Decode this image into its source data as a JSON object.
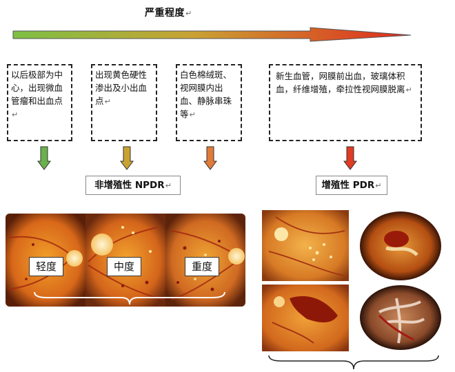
{
  "header": {
    "title": "严重程度",
    "para_mark": "↵"
  },
  "stages": [
    {
      "text": "以后极部为中心，出现微血管瘤和出血点",
      "mark": "↵"
    },
    {
      "text": "出现黄色硬性渗出及小出血点",
      "mark": "↵"
    },
    {
      "text": "白色棉绒斑、视网膜内出血、静脉串珠等",
      "mark": "↵"
    },
    {
      "text": "新生血管，网膜前出血，玻璃体积血，纤维增殖，牵拉性视网膜脱离",
      "mark": "↵"
    }
  ],
  "arrow_colors": [
    "#6ab04c",
    "#c9a233",
    "#e07b39",
    "#e03b24"
  ],
  "categories": {
    "npdr": {
      "label": "非增殖性 NPDR",
      "mark": "↵"
    },
    "pdr": {
      "label": "增殖性 PDR",
      "mark": "↵"
    }
  },
  "npdr_levels": [
    "轻度",
    "中度",
    "重度"
  ],
  "gradient": {
    "start": "#7cc043",
    "end": "#e02a1e"
  }
}
